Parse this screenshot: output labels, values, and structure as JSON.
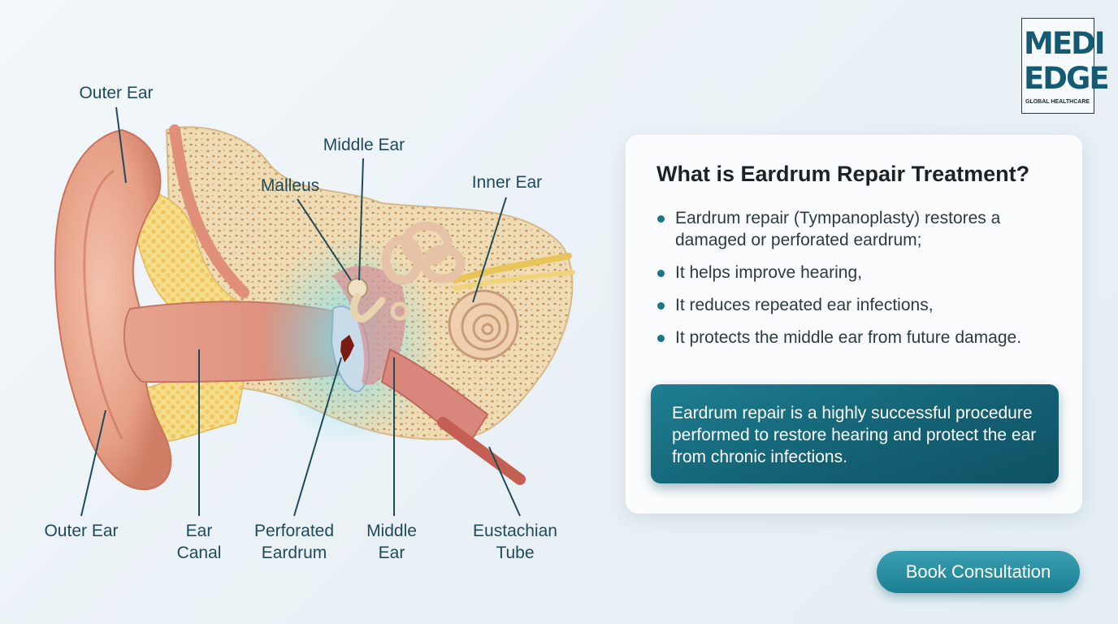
{
  "logo": {
    "line1": "MEDI",
    "line2": "EDGE",
    "line3": "GLOBAL HEALTHCARE"
  },
  "diagram_labels": {
    "outer_ear_top": "Outer Ear",
    "middle_ear_top": "Middle Ear",
    "malleus": "Malleus",
    "inner_ear": "Inner Ear",
    "outer_ear_bottom": "Outer Ear",
    "ear_canal_1": "Ear",
    "ear_canal_2": "Canal",
    "perforated_1": "Perforated",
    "perforated_2": "Eardrum",
    "middle_ear_bottom_1": "Middle",
    "middle_ear_bottom_2": "Ear",
    "eustachian_1": "Eustachian",
    "eustachian_2": "Tube"
  },
  "info": {
    "title": "What is Eardrum Repair Treatment?",
    "bullets": [
      "Eardrum repair (Tympanoplasty) restores a damaged or perforated eardrum;",
      "It helps improve hearing,",
      "It reduces repeated ear infections,",
      "It protects the middle ear from future damage."
    ],
    "callout": "Eardrum repair is a highly successful procedure performed to restore hearing and protect the ear from chronic infections."
  },
  "cta": {
    "label": "Book Consultation"
  },
  "colors": {
    "teal": "#17788c",
    "dark_teal": "#135f72",
    "skin": "#e9a58c",
    "bone": "#f1dcb5",
    "label": "#1f4a5a"
  }
}
